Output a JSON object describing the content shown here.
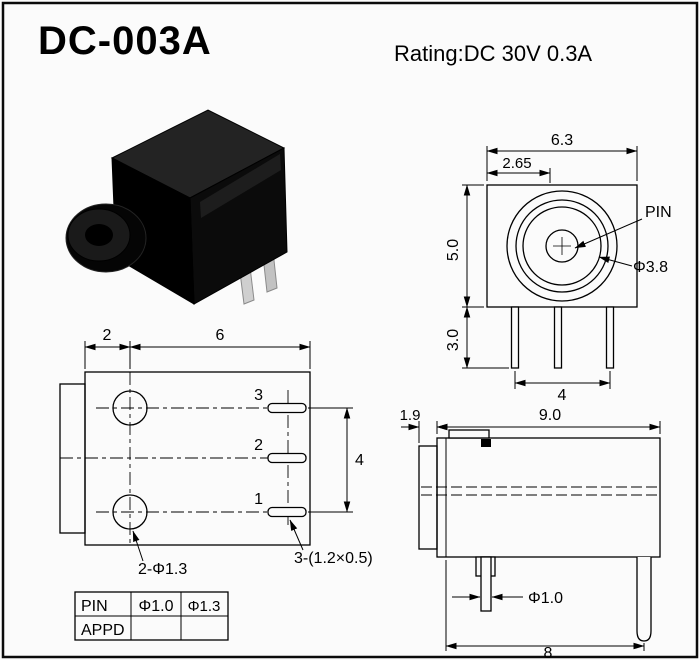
{
  "colors": {
    "ink": "#000000",
    "paper": "#fbfbfb"
  },
  "header": {
    "title": "DC-003A",
    "rating": "Rating:DC 30V 0.3A"
  },
  "front_view": {
    "dim_width": "6.3",
    "dim_center_offset": "2.65",
    "dim_height": "5.0",
    "dim_pin_length": "3.0",
    "dim_pin_span": "4",
    "label_pin": "PIN",
    "label_barrel_dia": "Φ3.8"
  },
  "bottom_view": {
    "dim_left": "2",
    "dim_right": "6",
    "dim_pin_span": "4",
    "pin_numbers": [
      "3",
      "2",
      "1"
    ],
    "note_holes": "2-Φ1.3",
    "note_pin_section": "3-(1.2×0.5)"
  },
  "side_view": {
    "dim_flange": "1.9",
    "dim_body": "9.0",
    "dim_pin_dia": "Φ1.0",
    "dim_overall": "8"
  },
  "spec_table": {
    "rows": [
      [
        "PIN",
        "Φ1.0",
        "Φ1.3"
      ],
      [
        "APPD",
        "",
        ""
      ]
    ]
  }
}
